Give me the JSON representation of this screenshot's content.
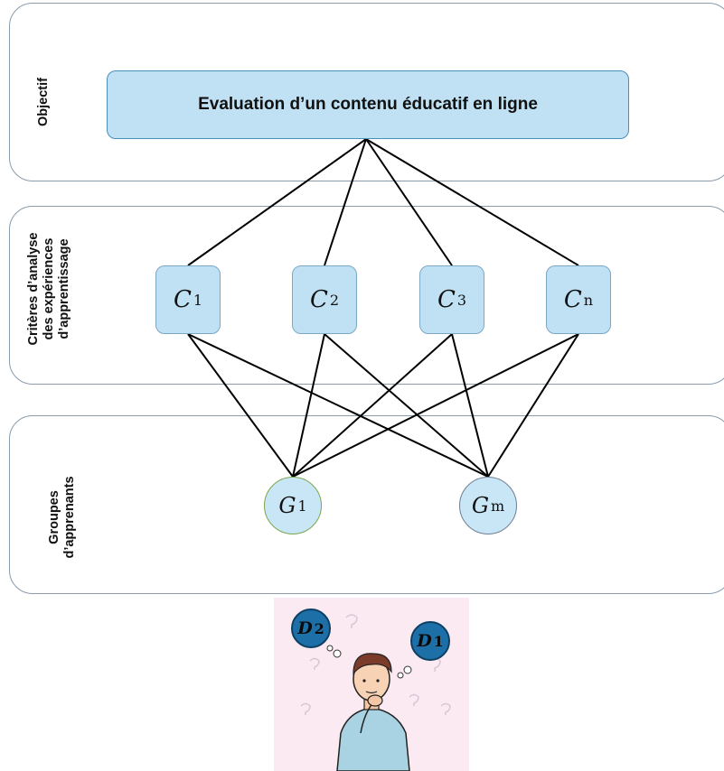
{
  "lanes": {
    "objective": "Objectif",
    "criteria": [
      "Critères d’analyse",
      "des expériences",
      "d’apprentissage"
    ],
    "groups": [
      "Groupes",
      "d’apprenants"
    ]
  },
  "goal": "Evaluation d’un contenu éducatif en ligne",
  "criteria_nodes": [
    {
      "base": "C",
      "sub": "1"
    },
    {
      "base": "C",
      "sub": "2"
    },
    {
      "base": "C",
      "sub": "3"
    },
    {
      "base": "C",
      "sub": "n"
    }
  ],
  "group_nodes": [
    {
      "base": "G",
      "sub": "1"
    },
    {
      "base": "G",
      "sub": "m"
    }
  ],
  "decision_makers": [
    {
      "base": "D",
      "sub": "2"
    },
    {
      "base": "D",
      "sub": "1"
    }
  ],
  "colors": {
    "node_fill": "#bfe1f3",
    "goal_border": "#4b8fb9",
    "lane_border": "#8a9bab",
    "g1_border": "#7aa84e",
    "gm_border": "#6f7f96",
    "decision_fill": "#1d6fa8",
    "edge": "#000000"
  }
}
